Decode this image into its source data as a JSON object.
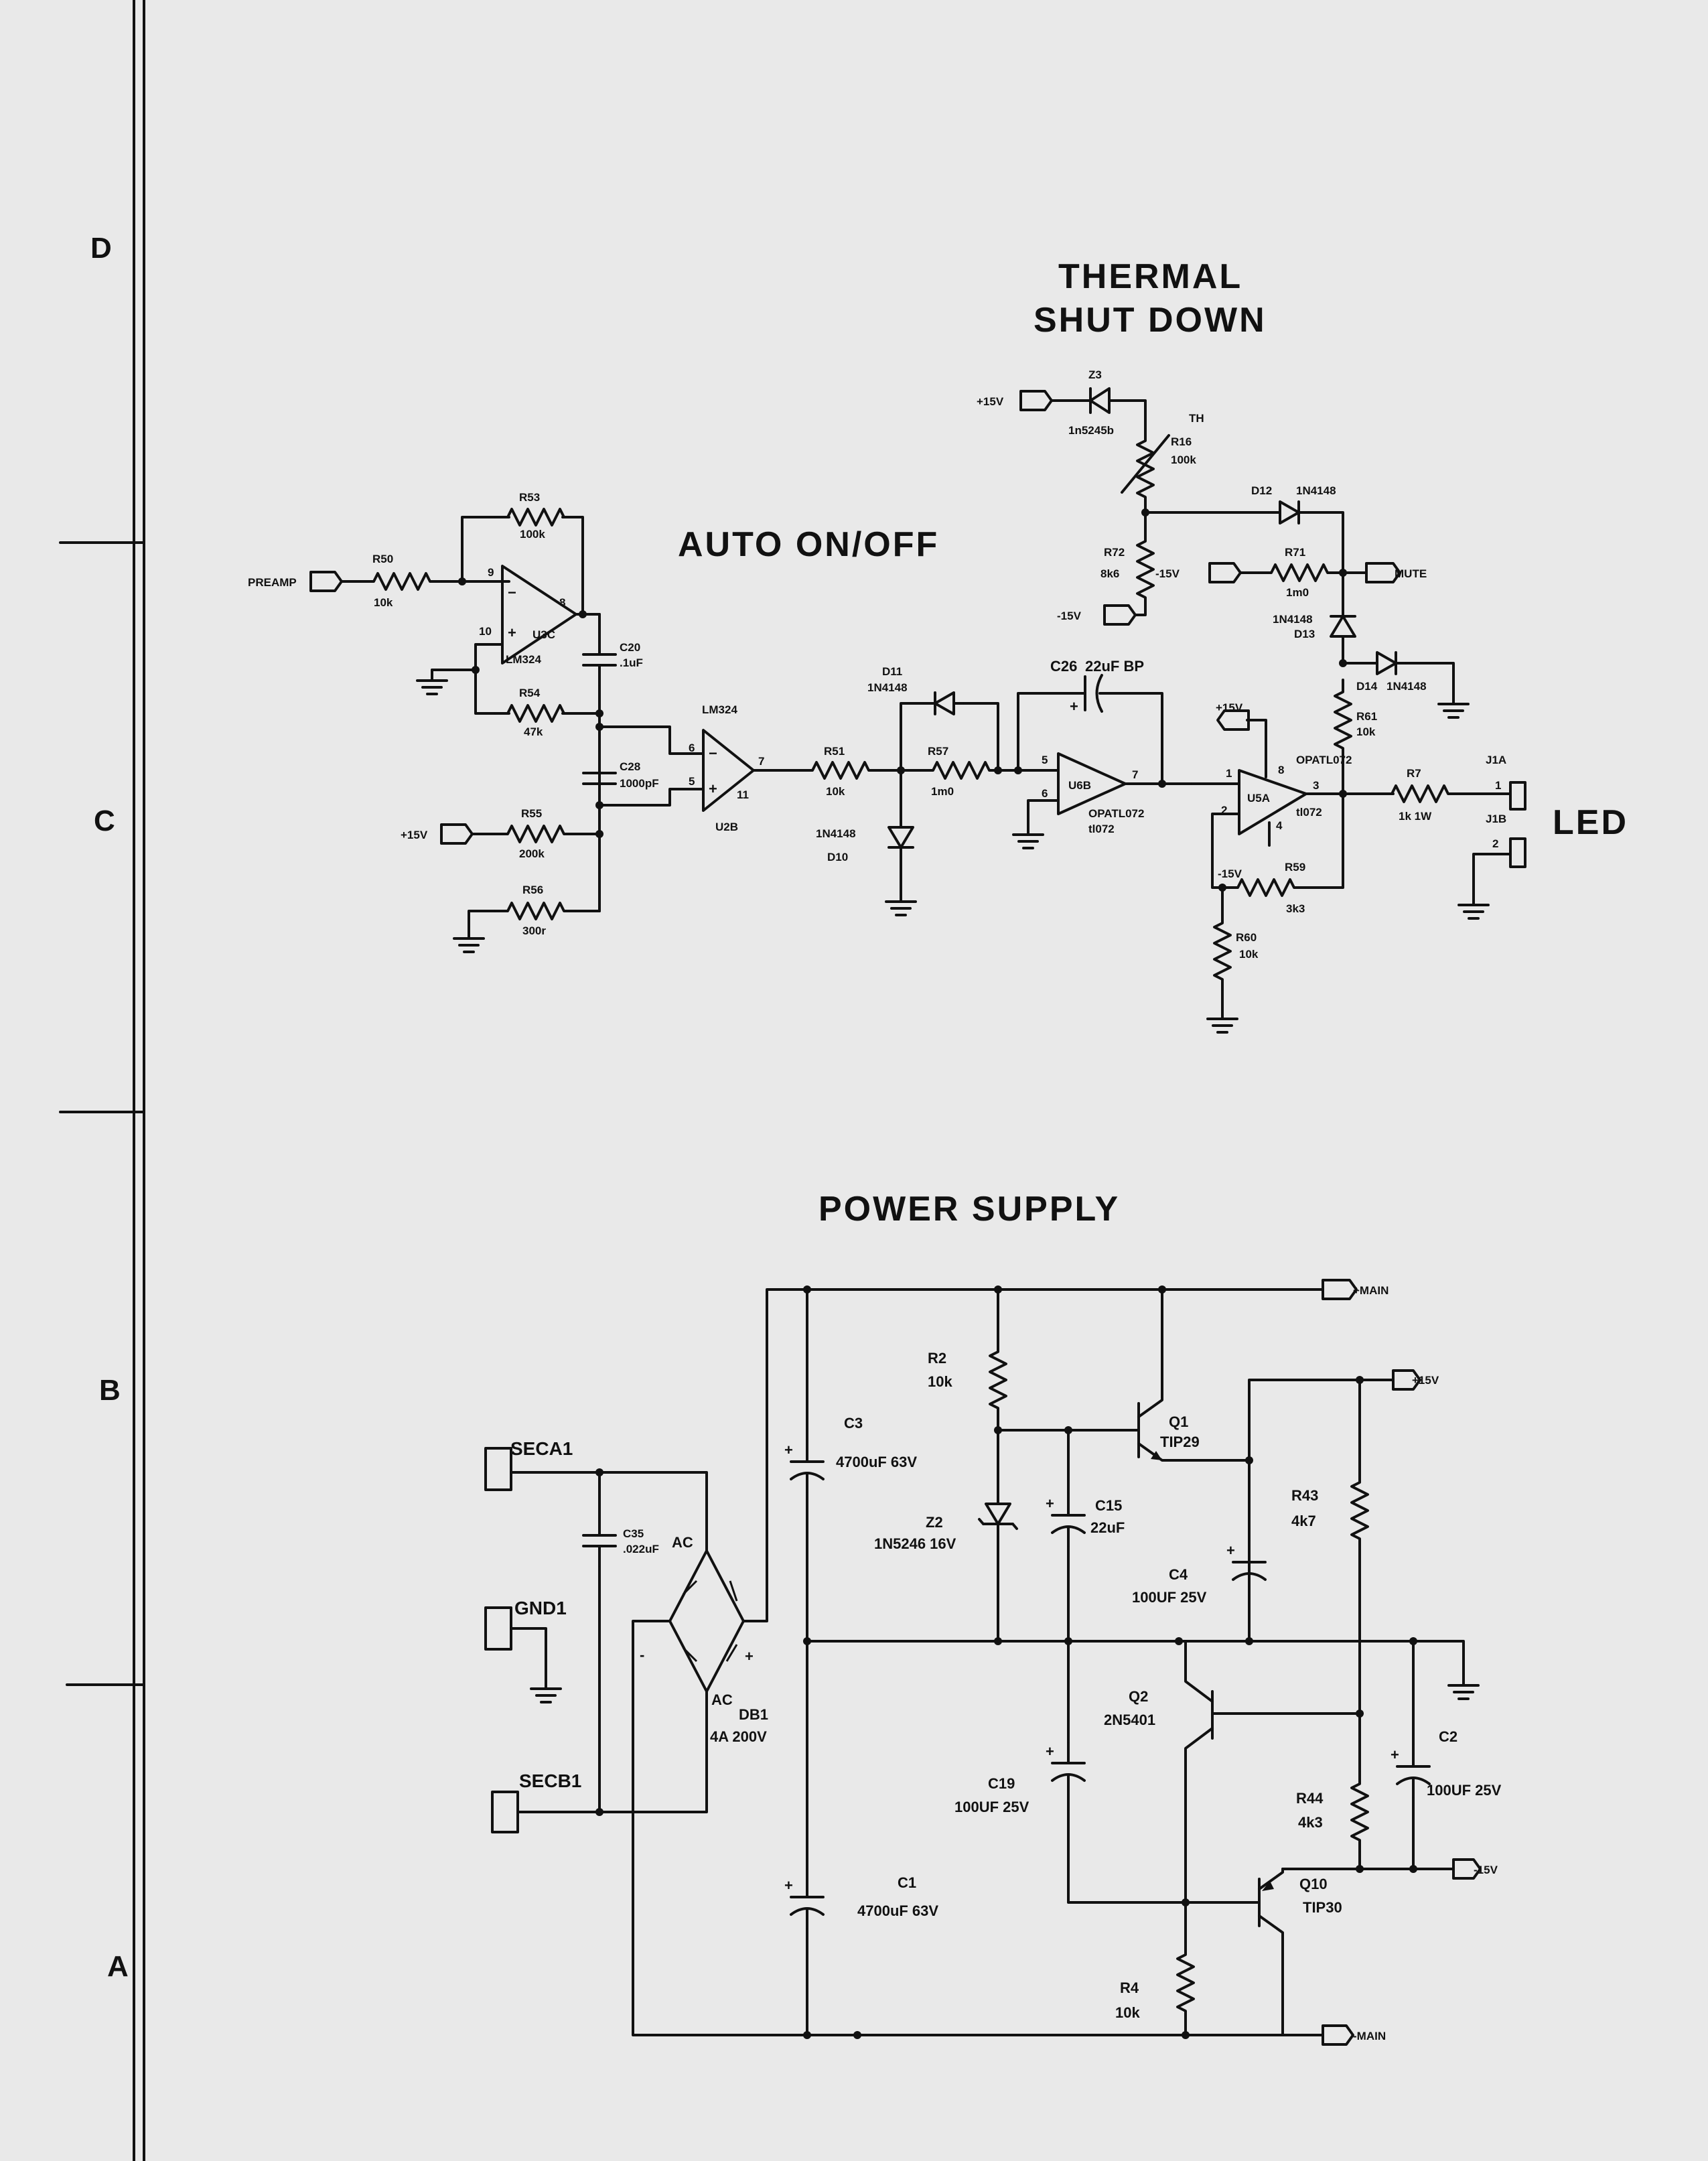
{
  "titles": {
    "thermal_line1": "THERMAL",
    "thermal_line2": "SHUT DOWN",
    "auto": "AUTO ON/OFF",
    "power": "POWER SUPPLY",
    "led": "LED"
  },
  "zones": [
    "D",
    "C",
    "B",
    "A"
  ],
  "auto": {
    "preamp": "PREAMP",
    "r50": "R50",
    "r50v": "10k",
    "r53": "R53",
    "r53v": "100k",
    "r54": "R54",
    "r54v": "47k",
    "r55": "R55",
    "r55v": "200k",
    "r56": "R56",
    "r56v": "300r",
    "c20": "C20",
    "c20v": ".1uF",
    "c28": "C28",
    "c28v": "1000pF",
    "u3c": "U3C",
    "lm324a": "LM324",
    "u2b": "U2B",
    "lm324b": "LM324",
    "p9": "9",
    "p10": "10",
    "p8": "8",
    "p6": "6",
    "p5": "5",
    "p7": "7",
    "p11": "11",
    "p5b": "5",
    "p6b": "6",
    "p7b": "7",
    "p15v": "+15V",
    "r51": "R51",
    "r51v": "10k",
    "r57": "R57",
    "r57v": "1m0",
    "d11": "D11",
    "d11v": "1N4148",
    "d10": "D10",
    "d10v": "1N4148",
    "c26": "C26",
    "c26v": "22uF BP",
    "u6b": "U6B",
    "u6bv": "OPATL072",
    "u6bv2": "tl072"
  },
  "thermal": {
    "p15v": "+15V",
    "m15v": "-15V",
    "m15v2": "-15V",
    "z3": "Z3",
    "z3v": "1n5245b",
    "r16": "R16",
    "r16v": "100k",
    "th": "TH",
    "r72": "R72",
    "r72v": "8k6",
    "d12": "D12",
    "d12v": "1N4148",
    "r71": "R71",
    "r71v": "1m0",
    "mute": "MUTE",
    "d13": "D13",
    "d13v": "1N4148",
    "d14": "D14",
    "d14v": "1N4148",
    "r61": "R61",
    "r61v": "10k",
    "u5a": "U5A",
    "u5av": "OPATL072",
    "u5av2": "tl072",
    "p15v2": "+15V",
    "m15v3": "-15V",
    "p1": "1",
    "p2": "2",
    "p3": "3",
    "p4": "4",
    "p8": "8",
    "r59": "R59",
    "r59v": "3k3",
    "r60": "R60",
    "r60v": "10k",
    "r7": "R7",
    "r7v": "1k 1W",
    "j1a": "J1A",
    "j1b": "J1B",
    "j1p1": "1",
    "j1p2": "2"
  },
  "power": {
    "seca1": "SECA1",
    "gnd1": "GND1",
    "secb1": "SECB1",
    "c35": "C35",
    "c35v": ".022uF",
    "db1": "DB1",
    "db1v": "4A 200V",
    "ac1": "AC",
    "ac2": "AC",
    "plus": "+",
    "minus": "-",
    "c3": "C3",
    "c3v": "4700uF 63V",
    "c1": "C1",
    "c1v": "4700uF 63V",
    "r2": "R2",
    "r2v": "10k",
    "z2": "Z2",
    "z2v": "1N5246 16V",
    "c15": "C15",
    "c15v": "22uF",
    "q1": "Q1",
    "q1v": "TIP29",
    "c4": "C4",
    "c4v": "100UF 25V",
    "r43": "R43",
    "r43v": "4k7",
    "q2": "Q2",
    "q2v": "2N5401",
    "c19": "C19",
    "c19v": "100UF 25V",
    "r44": "R44",
    "r44v": "4k3",
    "c2": "C2",
    "c2v": "100UF 25V",
    "q10": "Q10",
    "q10v": "TIP30",
    "r4": "R4",
    "r4v": "10k",
    "pmain": "+MAIN",
    "mmain": "-MAIN",
    "p15v": "+15V",
    "m15v": "-15V"
  }
}
